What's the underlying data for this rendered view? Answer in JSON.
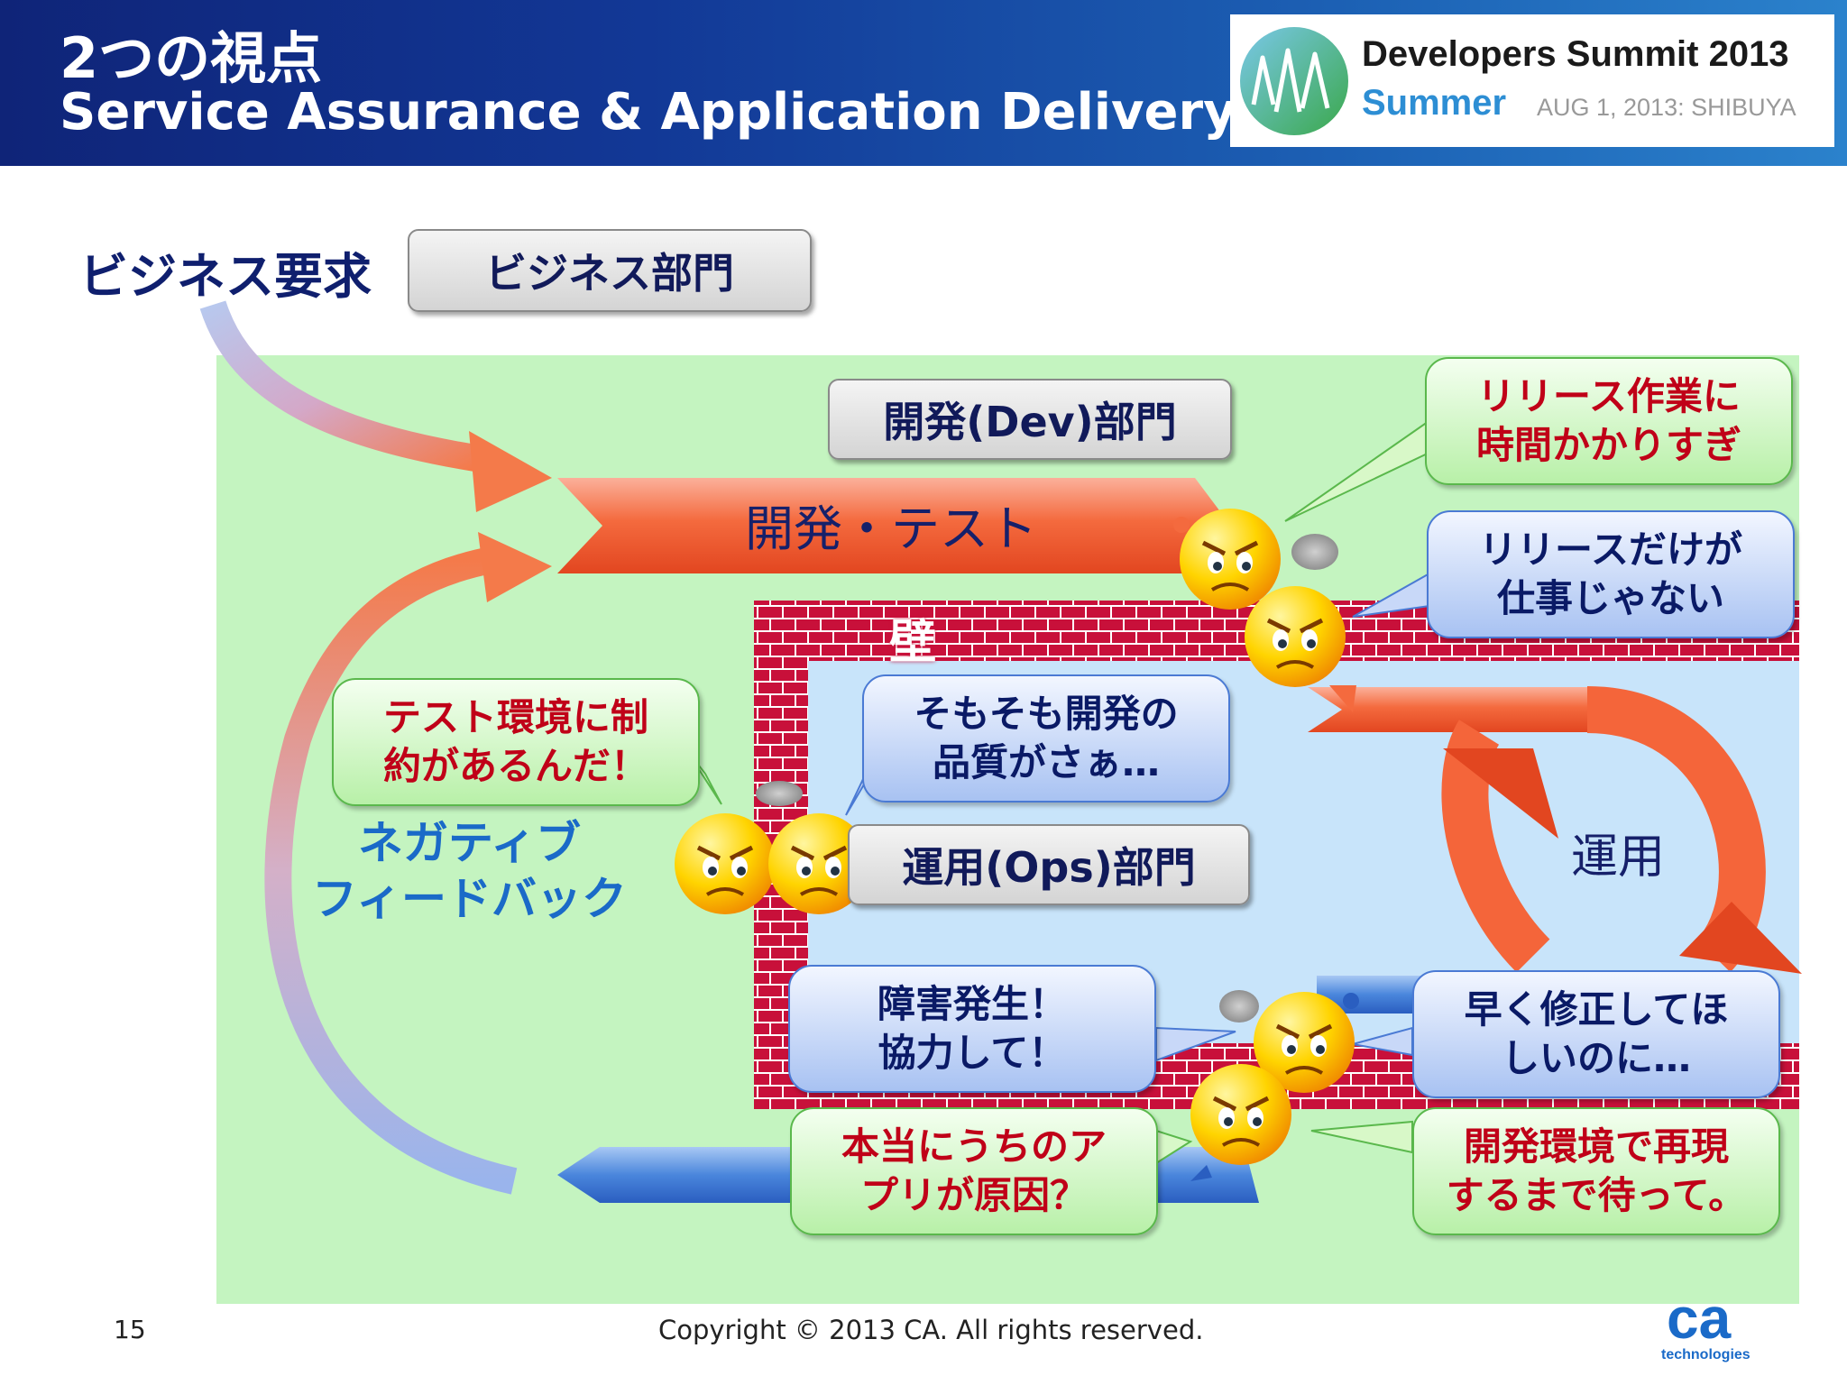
{
  "header": {
    "title": "2つの視点",
    "subtitle": "Service Assurance & Application Delivery",
    "event_logo": {
      "line1": "Developers Summit 2013",
      "line2a": "Summer",
      "line2b": "AUG 1, 2013: SHIBUYA"
    }
  },
  "diagram": {
    "business_request": "ビジネス要求",
    "business_dept": "ビジネス部門",
    "dev_dept": "開発(Dev)部門",
    "dev_test": "開発・テスト",
    "wall": "壁",
    "ops_dept": "運用(Ops)部門",
    "ops": "運用",
    "negative_feedback": [
      "ネガティブ",
      "フィードバック"
    ],
    "callouts": {
      "release_time": [
        "リリース作業に",
        "時間かかりすぎ"
      ],
      "release_only": [
        "リリースだけが",
        "仕事じゃない"
      ],
      "test_env": [
        "テスト環境に制",
        "約があるんだ！"
      ],
      "dev_quality": [
        "そもそも開発の",
        "品質がさぁ…"
      ],
      "incident": [
        "障害発生！",
        "協力して！"
      ],
      "fix_fast": [
        "早く修正してほ",
        "しいのに…"
      ],
      "our_app": [
        "本当にうちのア",
        "プリが原因？"
      ],
      "reproduce": [
        "開発環境で再現",
        "するまで待って。"
      ]
    }
  },
  "footer": {
    "page_number": "15",
    "copyright": "Copyright © 2013 CA. All rights reserved.",
    "ca_logo": "ca",
    "ca_logo_sub": "technologies"
  },
  "colors": {
    "header_dark": "#0f2478",
    "header_light": "#2b82cc",
    "canvas_green": "#c4f4c0",
    "ops_blue": "#c8e4fa",
    "wall_red": "#c8103a",
    "arrow_orange": "#f4653a",
    "arrow_blue": "#4a7ad4",
    "callout_text_red": "#c00018",
    "callout_text_navy": "#0a1a66"
  }
}
